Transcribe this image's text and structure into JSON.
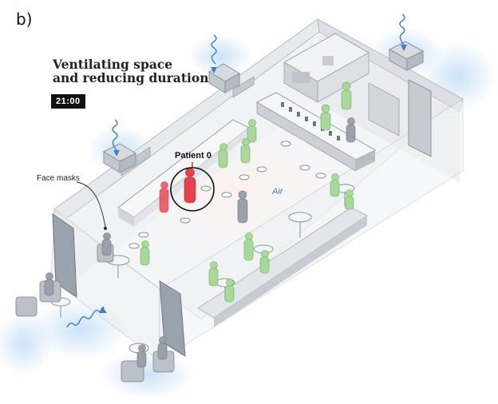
{
  "panel_label": "b)",
  "title_line1": "Ventilating space",
  "title_line2": "and reducing duration",
  "time": "21:00",
  "patient_label": "Patient 0",
  "masks_label": "Face masks",
  "air_label": "Air",
  "colors": {
    "infected": "#e8414d",
    "exposed": "#a8d99a",
    "neutral": "#9aa1ab",
    "air": "#3c7fd0",
    "air_glow": "#d5e8f8",
    "wall": "#e9ebee",
    "wall_edge": "#b9bdc3"
  }
}
